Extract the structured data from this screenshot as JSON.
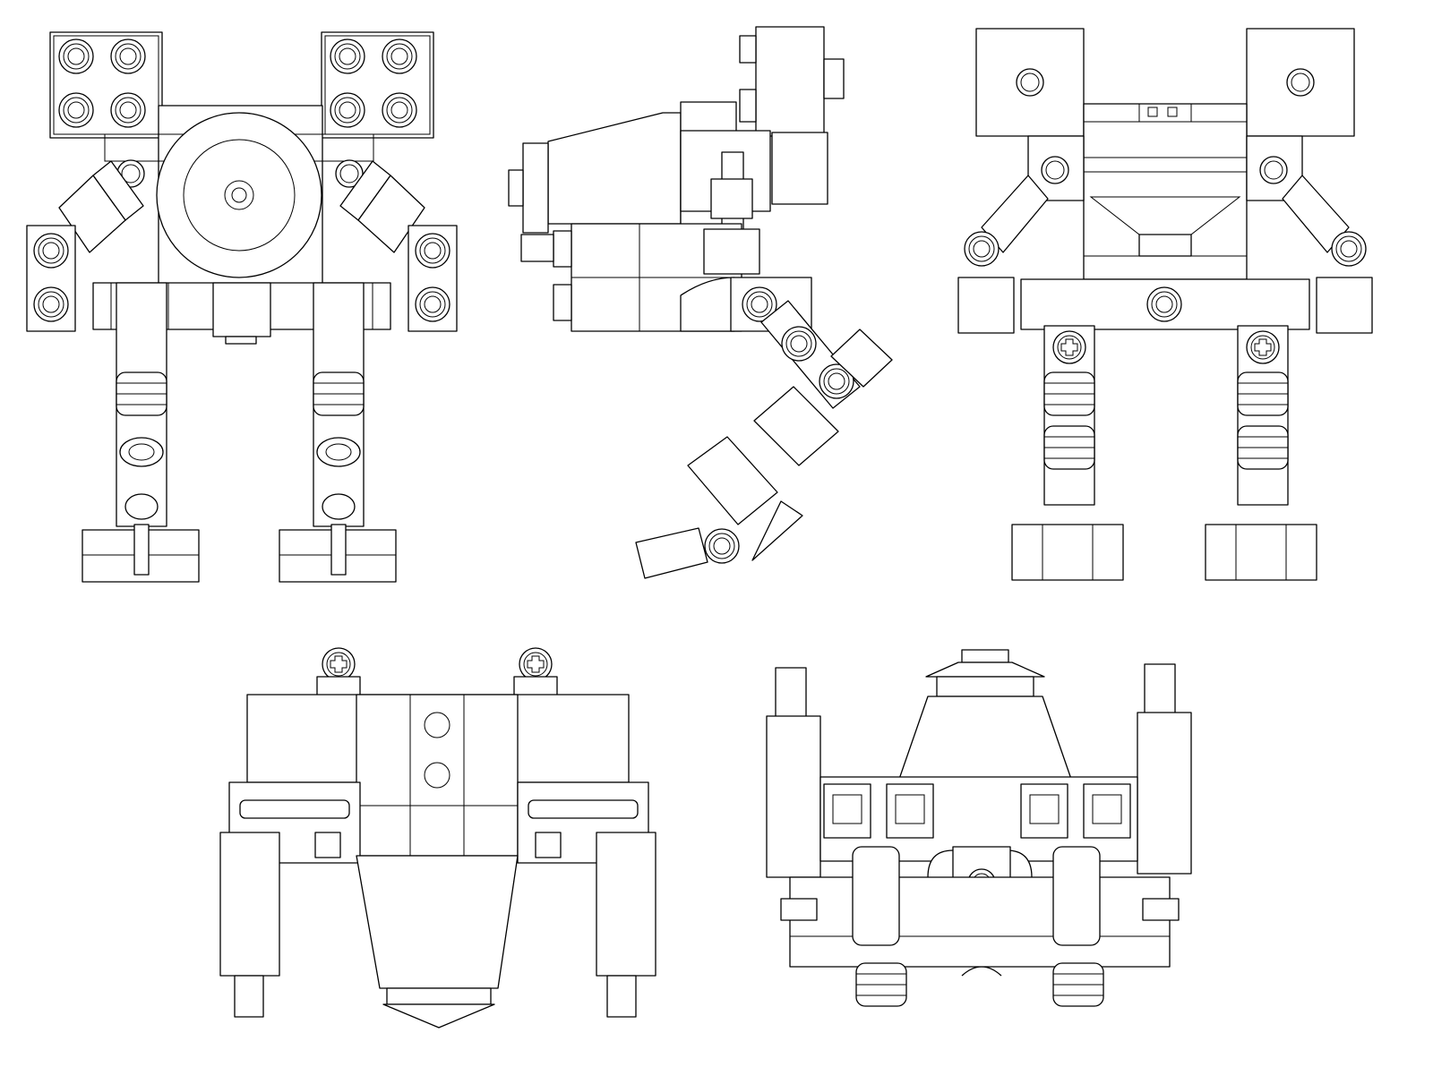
{
  "sheet": {
    "background": "#ffffff",
    "line_color": "#000000",
    "views": [
      {
        "id": "front-view"
      },
      {
        "id": "side-view"
      },
      {
        "id": "back-view"
      },
      {
        "id": "top-view"
      },
      {
        "id": "bottom-view"
      }
    ]
  }
}
